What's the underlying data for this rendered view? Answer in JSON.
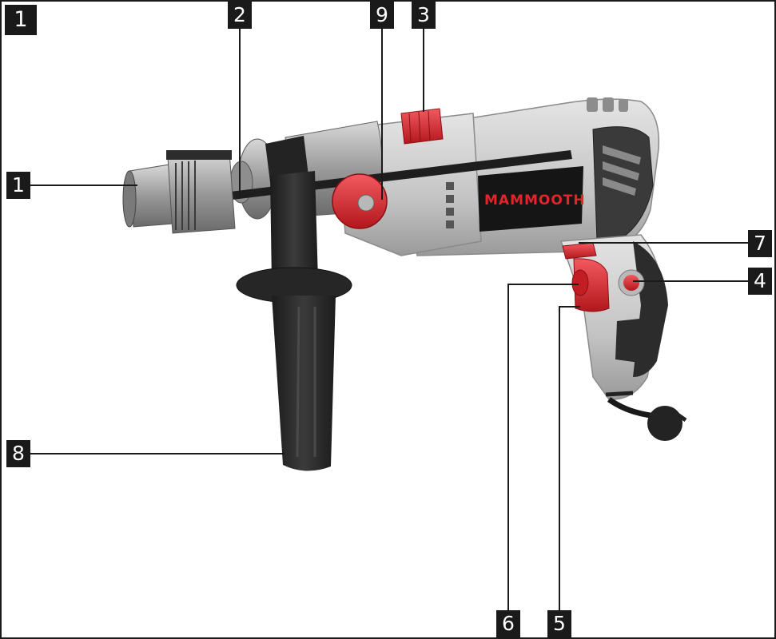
{
  "figure_number": "1",
  "brand_text": "MAMMOOTH",
  "callouts": [
    {
      "id": "chuck",
      "label": "1"
    },
    {
      "id": "depth-stop",
      "label": "2"
    },
    {
      "id": "speed-dial",
      "label": "9"
    },
    {
      "id": "mode-selector",
      "label": "3"
    },
    {
      "id": "direction-switch",
      "label": "7"
    },
    {
      "id": "lock-button",
      "label": "4"
    },
    {
      "id": "speed-wheel",
      "label": "6"
    },
    {
      "id": "trigger",
      "label": "5"
    },
    {
      "id": "side-handle",
      "label": "8"
    }
  ],
  "colors": {
    "badge": "#1a1a1a",
    "accent": "#e2242b",
    "body_gray": "#c9c9c9",
    "dark": "#2a2a2a"
  }
}
